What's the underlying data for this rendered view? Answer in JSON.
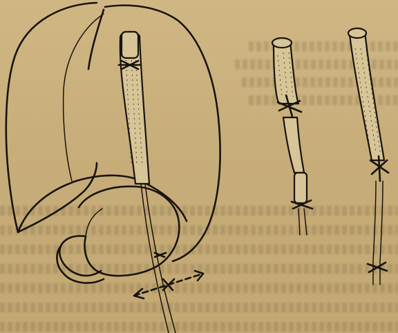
{
  "figure": {
    "panels": [
      {
        "id": "left",
        "subject": "lungs-and-stomach-with-tube"
      },
      {
        "id": "middle",
        "subject": "tube-with-ties"
      },
      {
        "id": "right",
        "subject": "tube-with-ties"
      }
    ],
    "colors": {
      "paper": "#c9b07e",
      "ink": "#17130d",
      "tube": "#d7c597"
    }
  }
}
